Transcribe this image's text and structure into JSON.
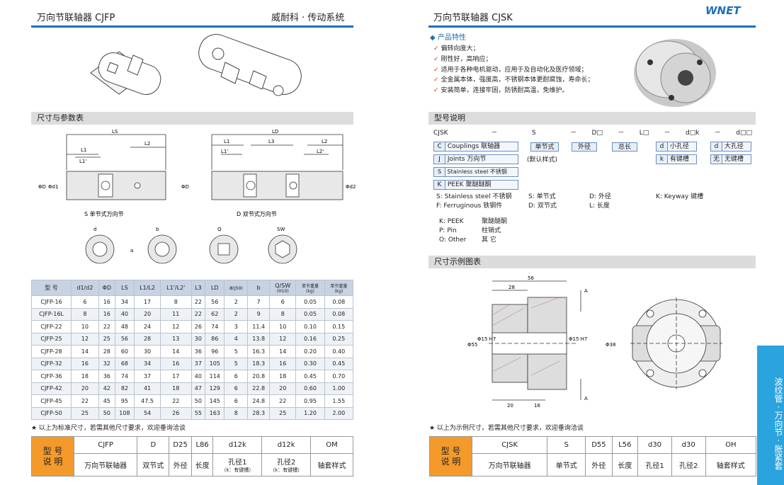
{
  "left": {
    "title": "万向节联轴器 CJFP",
    "brand_slogan": "威耐科 · 传动系统",
    "section_title": "尺寸与参数表",
    "diagram": {
      "single_caption": "S 单节式万向节",
      "double_caption": "D 双节式万向节",
      "single_dims": {
        "LS": "LS",
        "L1": "L1",
        "L2": "L2",
        "L1p": "L1'",
        "phiD": "ΦD",
        "phid1": "Φd1"
      },
      "double_dims": {
        "LD": "LD",
        "L1": "L1",
        "L3": "L3",
        "L2": "L2",
        "L1p": "L1'",
        "L2p": "L2'",
        "phiD": "ΦD",
        "phid2": "Φd2"
      },
      "section_labels": {
        "d": "d",
        "b": "b",
        "a": "a",
        "Q": "Q",
        "SW": "SW"
      }
    },
    "table": {
      "headers": [
        "型 号",
        "d1/d2",
        "ΦD",
        "LS",
        "L1/L2",
        "L1'/L2'",
        "L3",
        "LD",
        "a",
        "b",
        "Q/SW",
        "单节重量",
        "单节重量"
      ],
      "header_subs": {
        "a": "(JS9)",
        "QSW": "(H10)",
        "w1": "(kg)",
        "w2": "(kg)"
      },
      "rows": [
        [
          "CJFP-16",
          "6",
          "16",
          "34",
          "17",
          "8",
          "22",
          "56",
          "2",
          "7",
          "6",
          "0.05",
          "0.08"
        ],
        [
          "CJFP-16L",
          "8",
          "16",
          "40",
          "20",
          "11",
          "22",
          "62",
          "2",
          "9",
          "8",
          "0.05",
          "0.08"
        ],
        [
          "CJFP-22",
          "10",
          "22",
          "48",
          "24",
          "12",
          "26",
          "74",
          "3",
          "11.4",
          "10",
          "0.10",
          "0.15"
        ],
        [
          "CJFP-25",
          "12",
          "25",
          "56",
          "28",
          "13",
          "30",
          "86",
          "4",
          "13.8",
          "12",
          "0.16",
          "0.25"
        ],
        [
          "CJFP-28",
          "14",
          "28",
          "60",
          "30",
          "14",
          "36",
          "96",
          "5",
          "16.3",
          "14",
          "0.20",
          "0.40"
        ],
        [
          "CJFP-32",
          "16",
          "32",
          "68",
          "34",
          "16",
          "37",
          "105",
          "5",
          "18.3",
          "16",
          "0.30",
          "0.45"
        ],
        [
          "CJFP-36",
          "18",
          "36",
          "74",
          "37",
          "17",
          "40",
          "114",
          "6",
          "20.8",
          "18",
          "0.45",
          "0.70"
        ],
        [
          "CJFP-42",
          "20",
          "42",
          "82",
          "41",
          "18",
          "47",
          "129",
          "6",
          "22.8",
          "20",
          "0.60",
          "1.00"
        ],
        [
          "CJFP-45",
          "22",
          "45",
          "95",
          "47.5",
          "22",
          "50",
          "145",
          "6",
          "24.8",
          "22",
          "0.95",
          "1.55"
        ],
        [
          "CJFP-50",
          "25",
          "50",
          "108",
          "54",
          "26",
          "55",
          "163",
          "8",
          "28.3",
          "25",
          "1.20",
          "2.00"
        ]
      ]
    },
    "note": "★ 以上为标准尺寸，若需其他尺寸要求，欢迎垂询洽谈",
    "model": {
      "label": "型 号\n说 明",
      "codes": [
        "CJFP",
        "D",
        "D25",
        "L86",
        "d12k",
        "d12k",
        "OM"
      ],
      "desc": [
        "万向节联轴器",
        "双节式",
        "外径",
        "长度",
        "孔径1",
        "孔径2",
        "轴套样式"
      ],
      "desc_sub": [
        "",
        "",
        "",
        "",
        "（k：有键槽）",
        "（k：有键槽）",
        ""
      ]
    }
  },
  "right": {
    "title": "万向节联轴器 CJSK",
    "logo": "WNET",
    "features_title": "◆ 产品特性",
    "features": [
      "偏转向度大；",
      "刚性好，高响应；",
      "适用于各种电机驱动，应用于及自动化及医疗领域；",
      "全金属本体，强度高，不锈钢本体更耐腐蚀，寿命长；",
      "安装简单，连接牢固，防锈耐高温，免维护。"
    ],
    "model_title": "型号说明",
    "model_codes": [
      "CJSK",
      "－",
      "S",
      "－",
      "D□",
      "－",
      "L□",
      "－",
      "d□k",
      "－",
      "d□□"
    ],
    "material_rows": [
      {
        "k": "C",
        "en": "Couplings",
        "cn": "联轴器"
      },
      {
        "k": "J",
        "en": "Joints",
        "cn": "万向节"
      },
      {
        "k": "S",
        "en": "Stainless steel",
        "cn": "不锈钢"
      },
      {
        "k": "K",
        "en": "PEEK",
        "cn": "聚醚醚酮"
      }
    ],
    "tags": {
      "single": "单节式",
      "default": "(默认样式)",
      "outer": "外径",
      "total": "总长",
      "d_k": "d",
      "d_label": "小孔径",
      "d_k2": "d",
      "d_label2": "大孔径",
      "k": "k",
      "k_label": "有键槽",
      "none": "无",
      "none_label": "无键槽"
    },
    "legend": [
      [
        "S: Stainless steel  不锈钢",
        "S: 单节式",
        "D: 外径",
        "K: Keyway 键槽"
      ],
      [
        "F: Ferruginous     铁钢件",
        "D: 双节式",
        "L: 长度",
        ""
      ]
    ],
    "legend2": [
      [
        "K: PEEK",
        "聚醚醚酮"
      ],
      [
        "P: Pin",
        "柱销式"
      ],
      [
        "O: Other",
        "其 它"
      ]
    ],
    "dims_title": "尺寸示例图表",
    "drawing": {
      "d56": "56",
      "d28": "28",
      "d20": "20",
      "d16": "16",
      "phi55": "Φ55",
      "phi15": "Φ15 H7",
      "phi15b": "Φ15 H7",
      "phi38": "Φ38",
      "A1": "A",
      "A2": "A"
    },
    "note": "★ 以上为示例尺寸，若需其他尺寸要求，欢迎垂询洽谈",
    "model": {
      "label": "型 号\n说 明",
      "codes": [
        "CJSK",
        "S",
        "D55",
        "L56",
        "d30",
        "d30",
        "OH"
      ],
      "desc": [
        "万向节联轴器",
        "单节式",
        "外径",
        "长度",
        "孔径1",
        "孔径2",
        "轴套样式"
      ]
    },
    "sidetab": "波纹管 · 万向节 · 胀紧套"
  },
  "colors": {
    "blue": "#1e6fb8",
    "orange": "#f39a2b",
    "sidetab": "#2aa3de",
    "section": "#dcdcdc"
  }
}
